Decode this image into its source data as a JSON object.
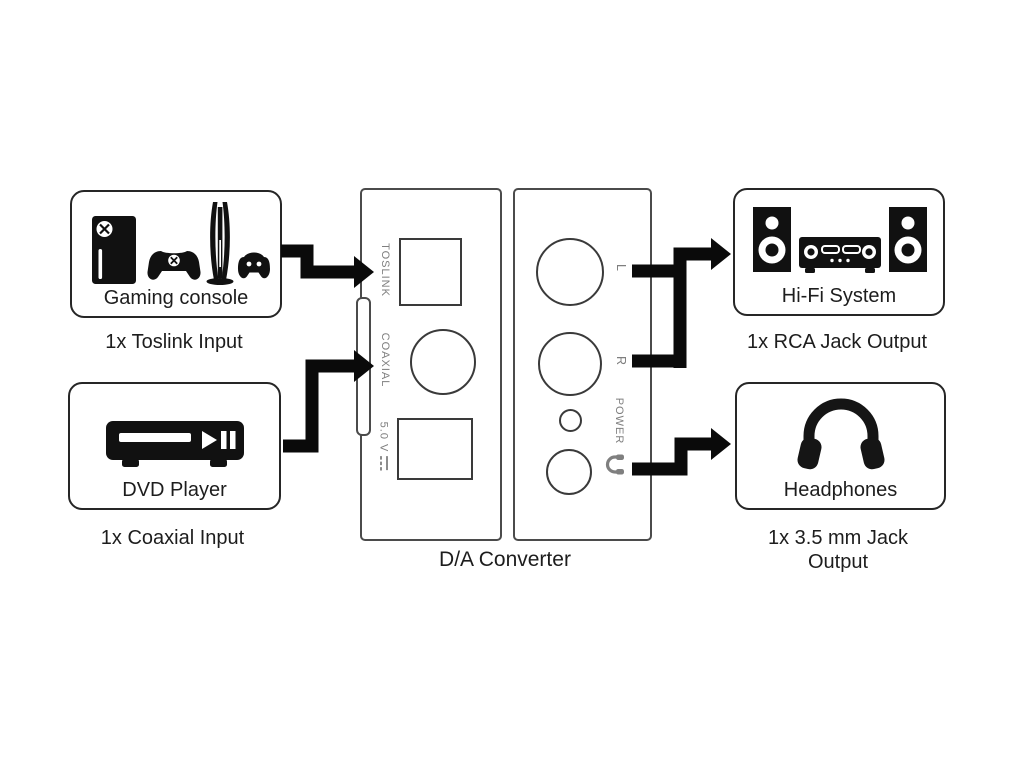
{
  "colors": {
    "background": "#ffffff",
    "arrow": "#0a0a0a",
    "box_border": "#262626",
    "panel_border": "#4b4b4b",
    "panel_label_gray": "#7f7f7f",
    "text": "#1d1d1d",
    "icon_ink": "#111111"
  },
  "sources": {
    "gaming": {
      "label": "Gaming console",
      "connection": "1x Toslink Input",
      "icon": "xbox-playstation-consoles-icon"
    },
    "dvd": {
      "label": "DVD Player",
      "connection": "1x Coaxial Input",
      "icon": "dvd-player-icon"
    }
  },
  "converter": {
    "caption": "D/A Converter",
    "rear_panel": {
      "toslink_label": "TOSLINK",
      "coaxial_label": "COAXIAL",
      "power_label": "5.0 V",
      "power_symbol_icon": "dc-voltage-icon"
    },
    "front_panel": {
      "left_channel_label": "L",
      "right_channel_label": "R",
      "power_label": "POWER",
      "headphone_jack_icon": "headphones-icon"
    }
  },
  "outputs": {
    "hifi": {
      "label": "Hi-Fi System",
      "connection": "1x RCA Jack Output",
      "icon": "hifi-system-icon"
    },
    "headphones": {
      "label": "Headphones",
      "connection": "1x 3.5 mm Jack Output",
      "icon": "headphones-icon"
    }
  }
}
